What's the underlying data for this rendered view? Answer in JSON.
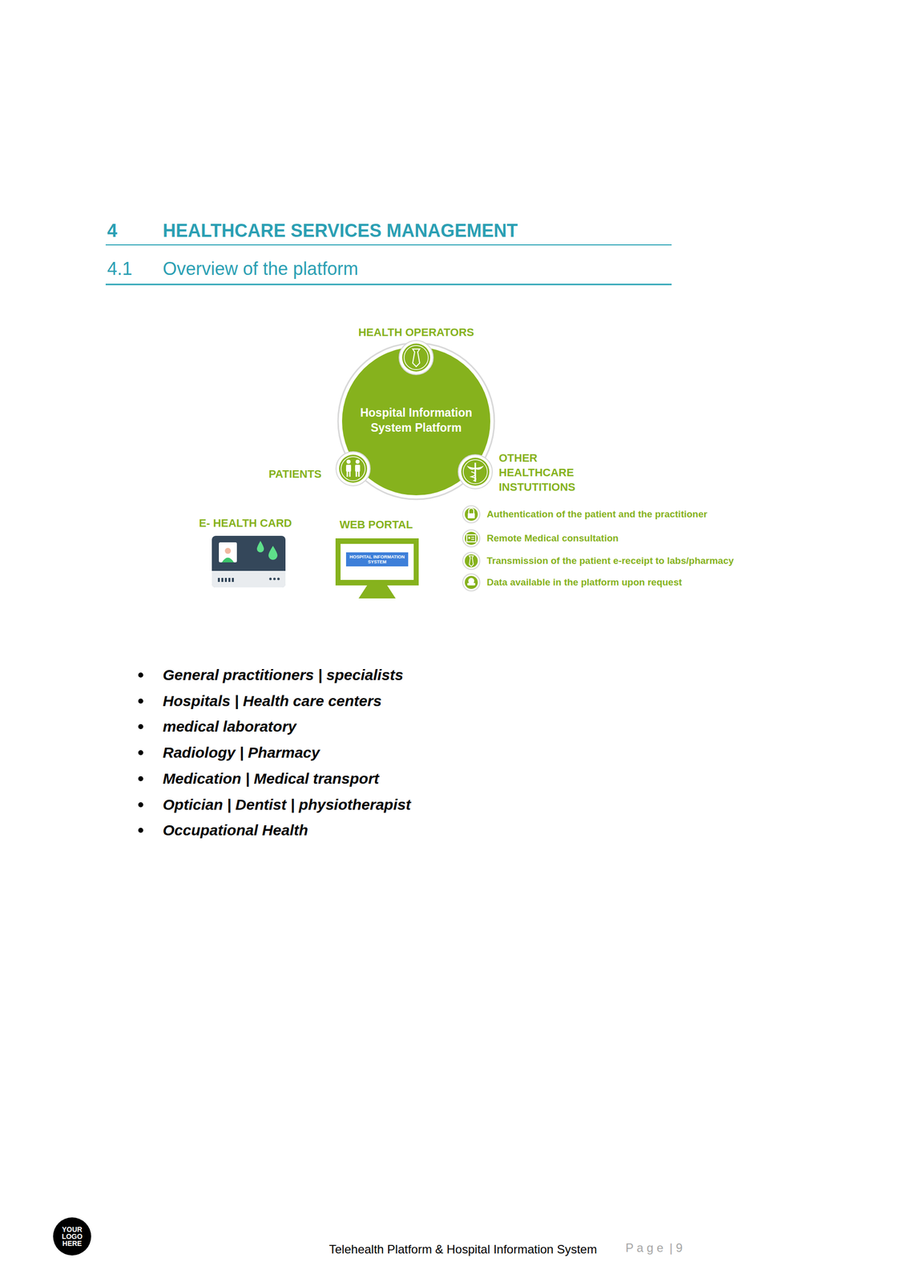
{
  "diagram": {
    "title": "HEALTHCARE SERVICES MANAGEMENT",
    "nodes": [
      {
        "text": [
          "Hospital Information System Platform"
        ]
      },
      {
        "text": [
          "HOSPITAL INFORMATION SYSTEM"
        ]
      },
      {
        "text": [
          "YOUR LOGO HERE"
        ]
      }
    ],
    "labels": [
      "4",
      "4.1",
      "Overview of the platform",
      "HEALTH OPERATORS",
      "PATIENTS",
      "OTHER HEALTHCARE INSTUTITIONS",
      "E- HEALTH CARD",
      "WEB PORTAL",
      "Authentication of the patient and the practitioner",
      "Remote Medical consultation",
      "Transmission of the patient e-receipt to labs/pharmacy",
      "Data available in the platform upon request",
      "General practitioners | specialists",
      "Hospitals | Health care centers",
      "medical laboratory",
      "Radiology | Pharmacy",
      "Medication | Medical transport",
      "Optician | Dentist | physiotherapist",
      "Occupational Health",
      "Telehealth Platform & Hospital Information System",
      "P a g e",
      "| 9"
    ]
  }
}
